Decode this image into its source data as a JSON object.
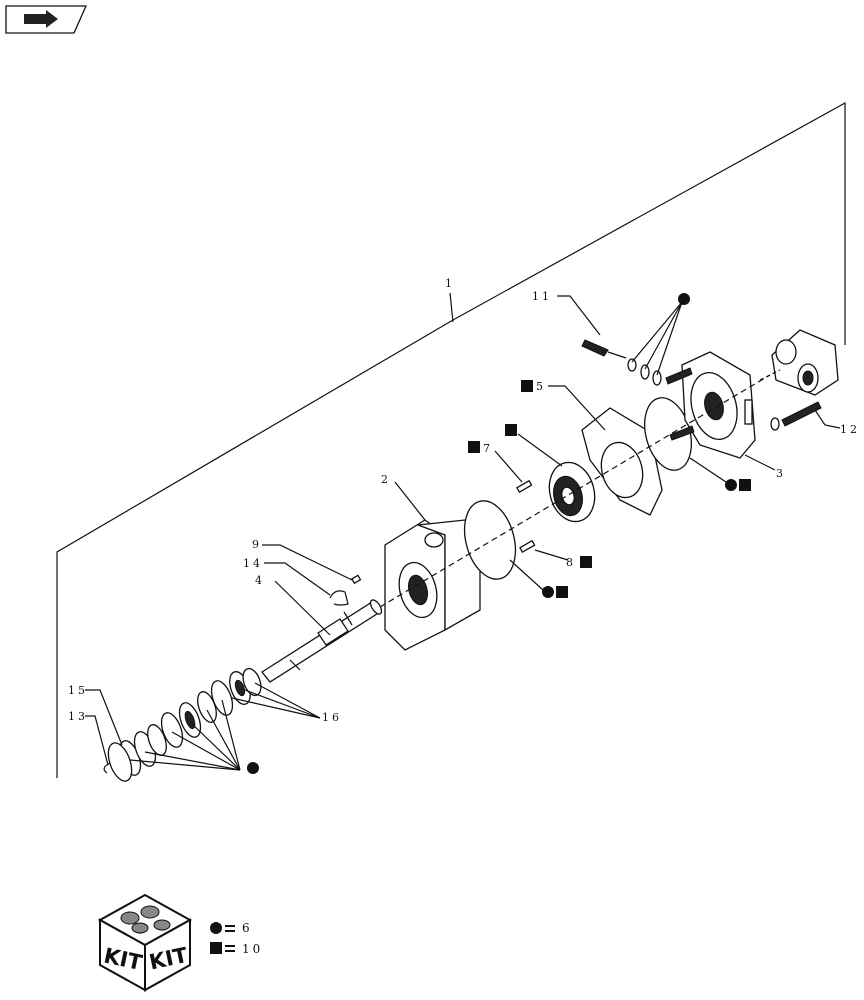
{
  "callouts": {
    "c1": "1",
    "c2": "2",
    "c3": "3",
    "c4": "4",
    "c5": "5",
    "c7": "7",
    "c8": "8",
    "c9": "9",
    "c11": "11",
    "c12": "12",
    "c13": "13",
    "c14": "14",
    "c15": "15",
    "c16": "16"
  },
  "legend": {
    "kit_text": "KIT",
    "circle_value": "6",
    "square_value": "10",
    "symbol_circle": "circle",
    "symbol_square": "square"
  },
  "nav_icon": "back-arrow-icon"
}
